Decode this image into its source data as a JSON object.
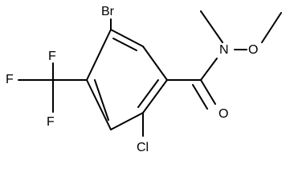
{
  "molecule": {
    "atoms": {
      "bromine": "Br",
      "nitrogen": "N",
      "oxygen_methoxy": "O",
      "oxygen_carbonyl": "O",
      "chlorine": "Cl",
      "fluorine_top": "F",
      "fluorine_left": "F",
      "fluorine_bottom": "F"
    }
  }
}
